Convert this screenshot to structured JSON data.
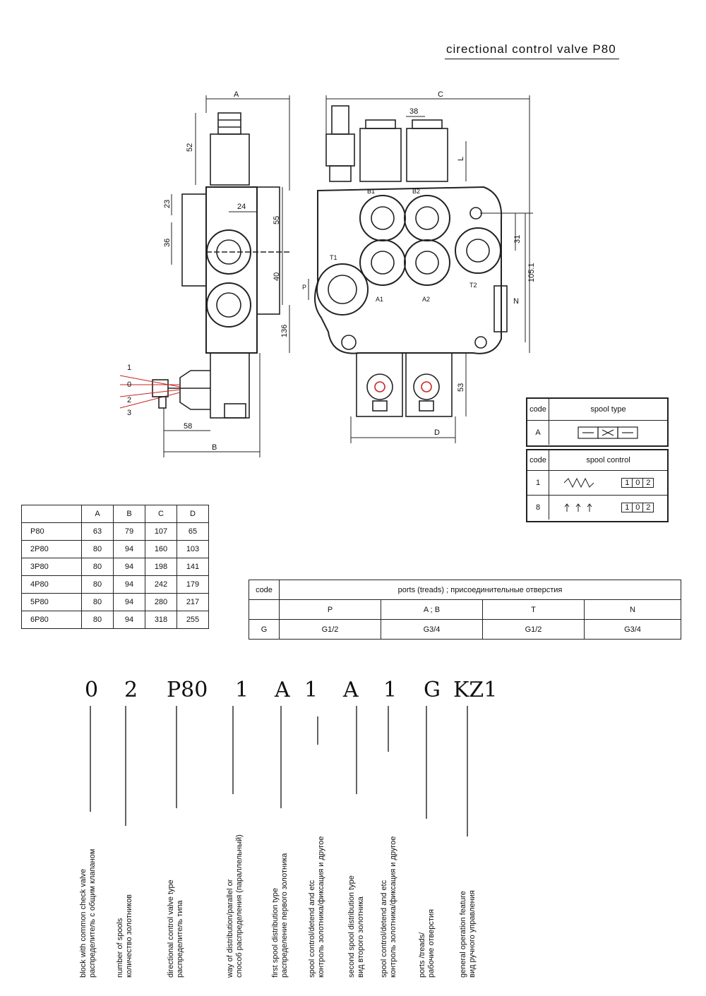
{
  "title": "cirectional  control  valve  P80",
  "dimension_labels": {
    "A": "A",
    "B": "B",
    "C": "C",
    "D": "D",
    "d52": "52",
    "d23": "23",
    "d24": "24",
    "d55": "55",
    "d36": "36",
    "d40": "40",
    "d136": "136",
    "d38": "38",
    "dL": "L",
    "d31": "31",
    "d1051": "105.1",
    "d53": "53",
    "d58": "58",
    "dN": "N",
    "callout1": "1",
    "callout0": "0",
    "callout2": "2",
    "callout3": "3"
  },
  "port_labels": {
    "B1": "B1",
    "B2": "B2",
    "T1": "T1",
    "P": "P",
    "A1": "A1",
    "A2": "A2",
    "T2": "T2"
  },
  "dims_table": {
    "headers": [
      "",
      "A",
      "B",
      "C",
      "D"
    ],
    "rows": [
      [
        "P80",
        "63",
        "79",
        "107",
        "65"
      ],
      [
        "2P80",
        "80",
        "94",
        "160",
        "103"
      ],
      [
        "3P80",
        "80",
        "94",
        "198",
        "141"
      ],
      [
        "4P80",
        "80",
        "94",
        "242",
        "179"
      ],
      [
        "5P80",
        "80",
        "94",
        "280",
        "217"
      ],
      [
        "6P80",
        "80",
        "94",
        "318",
        "255"
      ]
    ]
  },
  "ports_table": {
    "code_header": "code",
    "title": "ports  (treads)  ;  присоединительные  отверстия",
    "sub": [
      "P",
      "A ; B",
      "T",
      "N"
    ],
    "row": [
      "G",
      "G1/2",
      "G3/4",
      "G1/2",
      "G3/4"
    ]
  },
  "spool_type": {
    "code_header": "code",
    "title": "spool  type",
    "code": "A"
  },
  "spool_control": {
    "code_header": "code",
    "title": "spool  control",
    "rows": [
      {
        "code": "1",
        "cells": [
          "1",
          "0",
          "2"
        ]
      },
      {
        "code": "8",
        "cells": [
          "1",
          "0",
          "2"
        ]
      }
    ]
  },
  "order_code": [
    "0",
    "2",
    "P80",
    "1",
    "A",
    "1",
    "A",
    "1",
    "G",
    "KZ1"
  ],
  "order_labels": [
    [
      "block with common check valve",
      "распределитель с общим клапаном"
    ],
    [
      "number of spools",
      "количество золотников"
    ],
    [
      "directional control valve type",
      "распределитель типа"
    ],
    [
      "way of distribution/parallel or",
      "способ распределения (параллельный)"
    ],
    [
      "first spool distribution type",
      "распределение первого золотника"
    ],
    [
      "spool control/detend and etc",
      "контроль золотника/фиксация и другое"
    ],
    [
      "second spool distribution type",
      "вид второго золотника"
    ],
    [
      "spool control/detend and etc",
      "контроль золотника/фиксация и другое"
    ],
    [
      "ports /treads/",
      "рабочие отверстия"
    ],
    [
      "general operation feature",
      "вид ручного управления"
    ]
  ]
}
